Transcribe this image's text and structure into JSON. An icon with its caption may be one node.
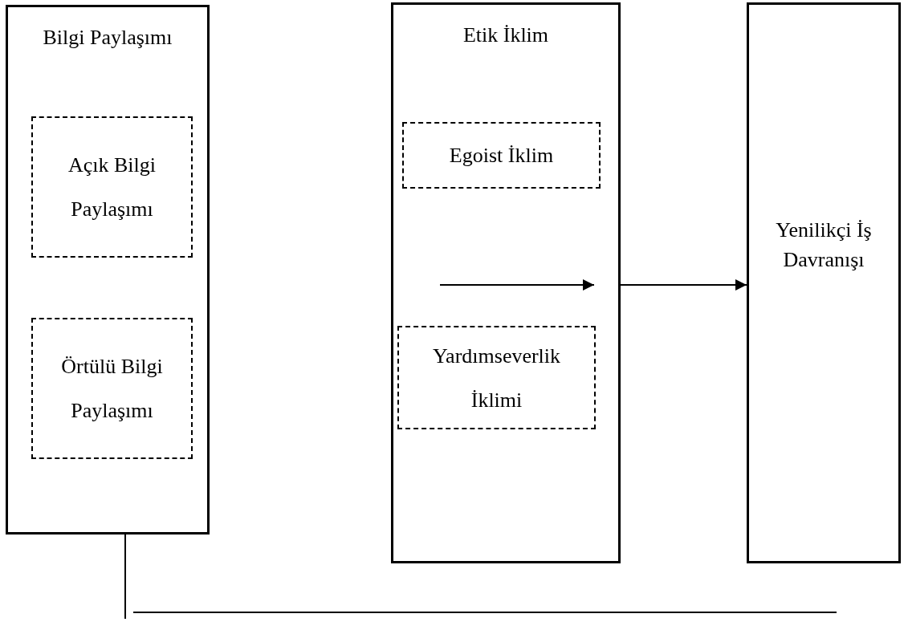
{
  "diagram": {
    "nodes": [
      {
        "text": [
          "Bilgi Paylaşımı"
        ]
      },
      {
        "text": [
          "Açık Bilgi Paylaşımı"
        ],
        "in": 0
      },
      {
        "text": [
          "Örtülü Bilgi Paylaşımı"
        ],
        "in": 0
      },
      {
        "text": [
          "Etik İklim"
        ]
      },
      {
        "text": [
          "Egoist İklim"
        ],
        "in": 3
      },
      {
        "text": [
          "Yardımseverlik İklimi"
        ],
        "in": 3
      },
      {
        "text": [
          "Yenilikçi İş Davranışı"
        ]
      }
    ],
    "edges": [
      {
        "from": null,
        "to": 3,
        "arrow": "to"
      },
      {
        "from": 3,
        "to": 6,
        "arrow": "to"
      },
      {
        "from": 0,
        "to": null,
        "arrow": "none"
      }
    ]
  }
}
